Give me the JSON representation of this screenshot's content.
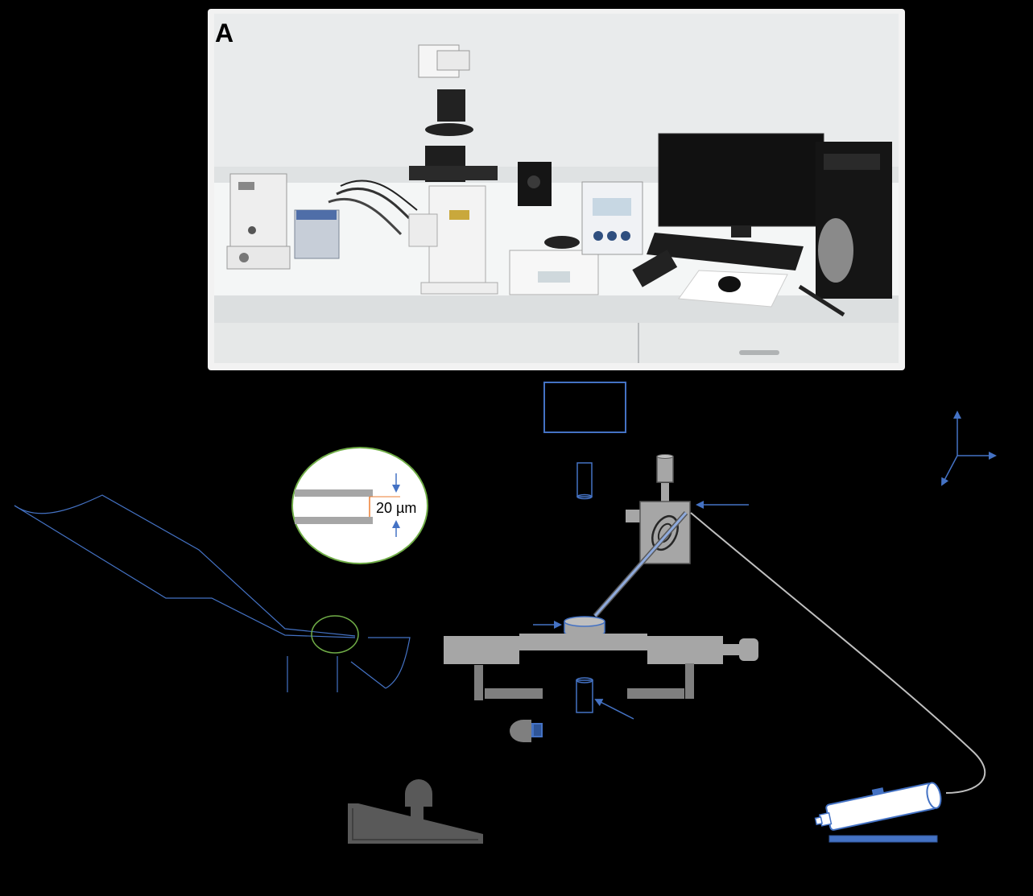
{
  "panel": {
    "label": "A"
  },
  "inset": {
    "scale_label": "20 µm"
  },
  "colors": {
    "background": "#000000",
    "photo_frame": "#f2f2f2",
    "line_blue": "#4472c4",
    "device_gray": "#a6a6a6",
    "dark_gray": "#595959",
    "green_circle": "#70ad47",
    "orange_marker": "#ed7d31",
    "inset_fill": "#ffffff"
  },
  "icons": [
    "microscope-photo",
    "joystick-icon",
    "foot-pedal-icon",
    "syringe-pump-icon",
    "axis-icon"
  ]
}
